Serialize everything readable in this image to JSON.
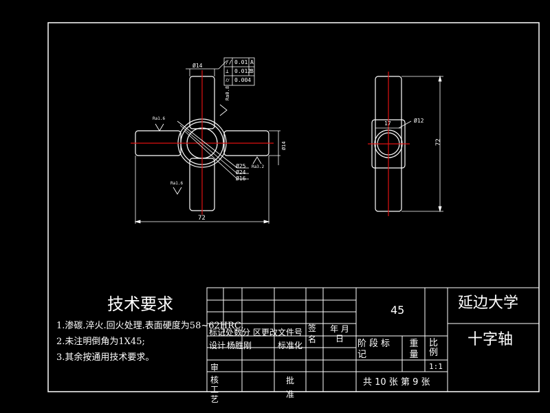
{
  "drawing": {
    "part_name": "十字轴",
    "school": "延边大学",
    "material": "45",
    "scale_label": "比例",
    "scale_value": "1:1",
    "sheet_info": "共 10 张  第 9 张",
    "stage_label": "阶段标记",
    "weight_label": "重量"
  },
  "tech_requirements": {
    "title": "技术要求",
    "items": [
      "1.渗碳.淬火.回火处理.表面硬度为58~62HRC.",
      "2.未注明倒角为1X45;",
      "3.其余按通用技术要求。"
    ]
  },
  "title_block": {
    "row_headers": "标记处数分  区更改文件号",
    "sign_label": "签名",
    "date_label": "年 月 日",
    "designer_label": "设计",
    "designer_name": "杨胜刚",
    "standard_label": "标准化",
    "review_label": "审核",
    "process_label": "工艺",
    "approve_label": "批准"
  },
  "front_view": {
    "overall_width": "72",
    "dia_shaft": "Ø14",
    "dia_25": "Ø25",
    "dia_24": "Ø24",
    "dia_16": "Ø16",
    "roughness_a": "Ra0.8",
    "roughness_b": "Ra1.6",
    "roughness_c": "Ra3.2",
    "roughness_d": "Ra1.6",
    "side_dim": "Ø14",
    "tolerances": [
      {
        "symbol": "//",
        "value": "0.01",
        "datum": "A"
      },
      {
        "symbol": "⊥",
        "value": "0.012",
        "datum": "B"
      },
      {
        "symbol": "⌭",
        "value": "0.004",
        "datum": ""
      }
    ]
  },
  "side_view": {
    "width_dim": "17",
    "hole_dia": "Ø12",
    "height_dim": "72"
  }
}
